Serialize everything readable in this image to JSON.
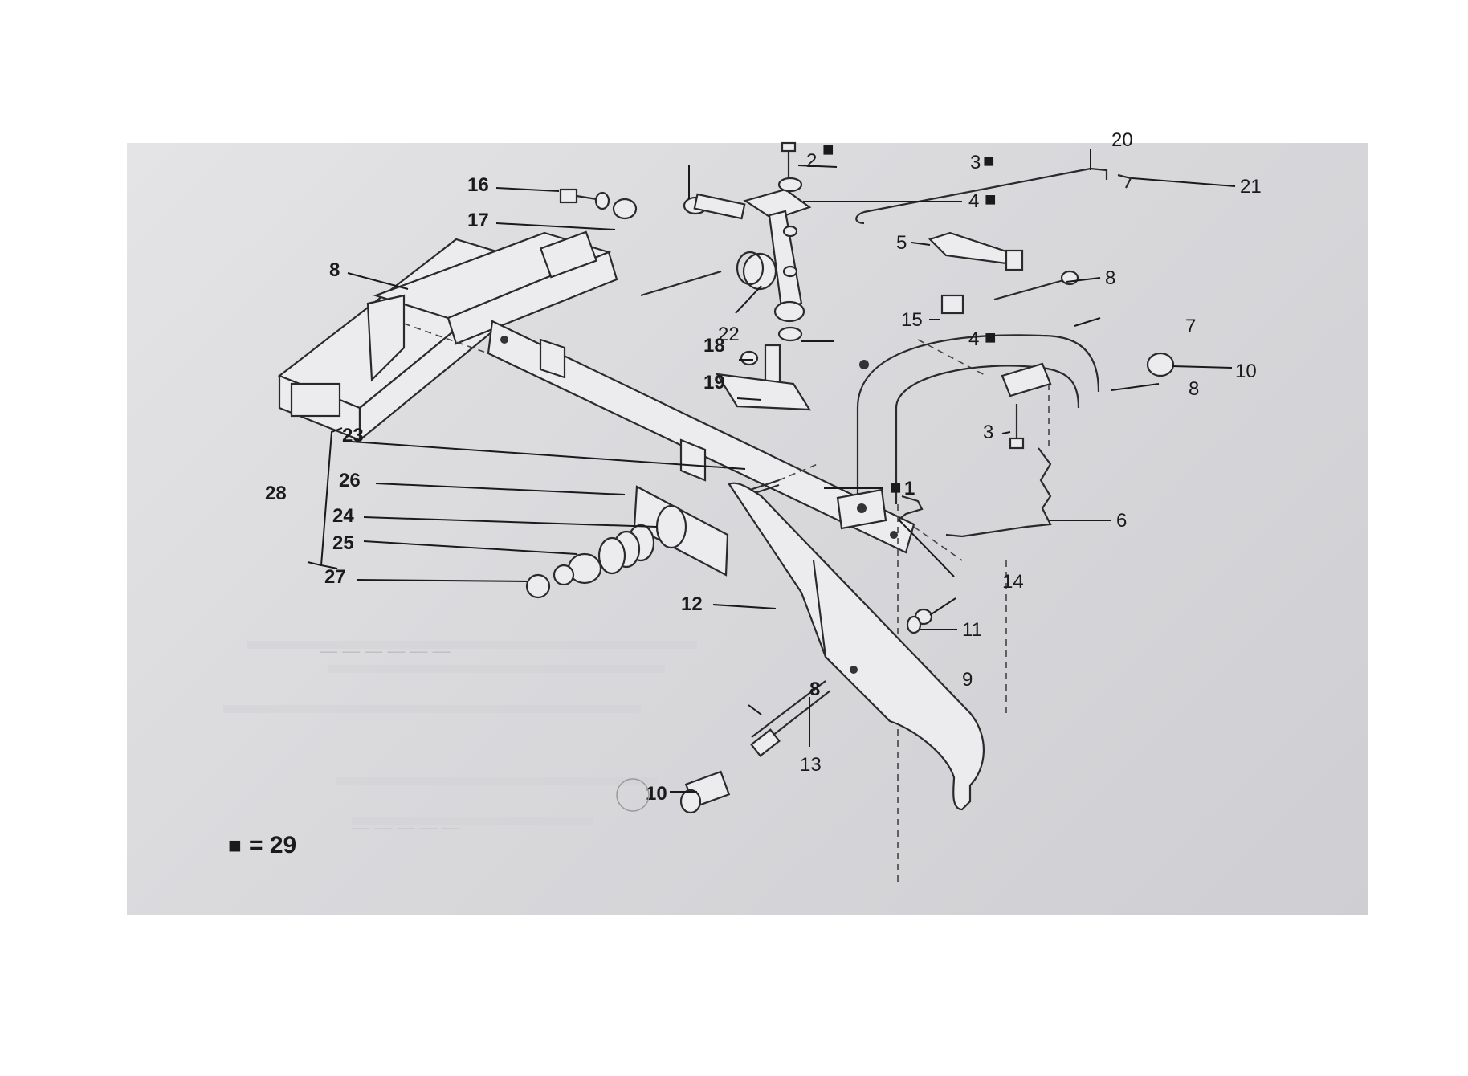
{
  "legend": {
    "marker": "■",
    "text": "= 29"
  },
  "labels": {
    "l1": "1",
    "l2": "2",
    "l3a": "3",
    "l3b": "3",
    "l4a": "4",
    "l4b": "4",
    "l5": "5",
    "l6": "6",
    "l7": "7",
    "l8a": "8",
    "l8b": "8",
    "l8c": "8",
    "l8d": "8",
    "l9": "9",
    "l10a": "10",
    "l10b": "10",
    "l11": "11",
    "l12": "12",
    "l13": "13",
    "l14": "14",
    "l15": "15",
    "l16": "16",
    "l17": "17",
    "l18": "18",
    "l19": "19",
    "l20": "20",
    "l21": "21",
    "l22": "22",
    "l23": "23",
    "l24": "24",
    "l25": "25",
    "l26": "26",
    "l27": "27",
    "l28": "28"
  },
  "marked_parts": [
    "1",
    "2",
    "3",
    "4",
    "4"
  ]
}
